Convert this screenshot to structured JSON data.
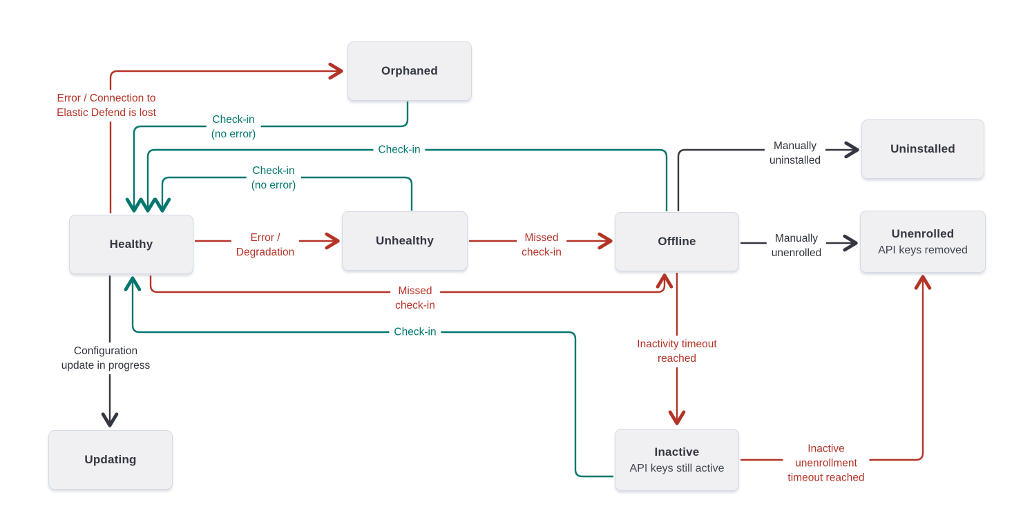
{
  "diagram": {
    "kind": "state-flow",
    "colors": {
      "error_path": "#b43327",
      "checkin_path": "#00766e",
      "manual_path": "#343741",
      "box_fill": "#f0f0f2",
      "box_border": "#d3dae6",
      "box_text": "#343741"
    },
    "states": [
      {
        "id": "orphaned",
        "label": "Orphaned"
      },
      {
        "id": "uninstalled",
        "label": "Uninstalled"
      },
      {
        "id": "healthy",
        "label": "Healthy"
      },
      {
        "id": "unhealthy",
        "label": "Unhealthy"
      },
      {
        "id": "offline",
        "label": "Offline"
      },
      {
        "id": "unenrolled",
        "label": "Unenrolled",
        "sublabel": "API keys removed"
      },
      {
        "id": "updating",
        "label": "Updating"
      },
      {
        "id": "inactive",
        "label": "Inactive",
        "sublabel": "API keys still active"
      }
    ],
    "transitions": [
      {
        "from": "healthy",
        "to": "orphaned",
        "color": "error",
        "lines": [
          "Error / Connection to",
          "Elastic Defend is lost"
        ]
      },
      {
        "from": "orphaned",
        "to": "healthy",
        "color": "checkin",
        "lines": [
          "Check-in",
          "(no error)"
        ]
      },
      {
        "from": "offline",
        "to": "healthy",
        "color": "checkin",
        "lines": [
          "Check-in"
        ]
      },
      {
        "from": "unhealthy",
        "to": "healthy",
        "color": "checkin",
        "lines": [
          "Check-in",
          "(no error)"
        ]
      },
      {
        "from": "healthy",
        "to": "unhealthy",
        "color": "error",
        "lines": [
          "Error /",
          "Degradation"
        ]
      },
      {
        "from": "unhealthy",
        "to": "offline",
        "color": "error",
        "lines": [
          "Missed",
          "check-in"
        ]
      },
      {
        "from": "offline",
        "to": "uninstalled",
        "color": "manual",
        "lines": [
          "Manually",
          "uninstalled"
        ]
      },
      {
        "from": "offline",
        "to": "unenrolled",
        "color": "manual",
        "lines": [
          "Manually",
          "unenrolled"
        ]
      },
      {
        "from": "healthy",
        "to": "offline",
        "color": "error",
        "lines": [
          "Missed",
          "check-in"
        ]
      },
      {
        "from": "inactive",
        "to": "healthy",
        "color": "checkin",
        "lines": [
          "Check-in"
        ]
      },
      {
        "from": "healthy",
        "to": "updating",
        "color": "manual",
        "lines": [
          "Configuration",
          "update in progress"
        ]
      },
      {
        "from": "offline",
        "to": "inactive",
        "color": "error",
        "lines": [
          "Inactivity timeout",
          "reached"
        ]
      },
      {
        "from": "inactive",
        "to": "unenrolled",
        "color": "error",
        "lines": [
          "Inactive",
          "unenrollment",
          "timeout reached"
        ]
      }
    ]
  }
}
